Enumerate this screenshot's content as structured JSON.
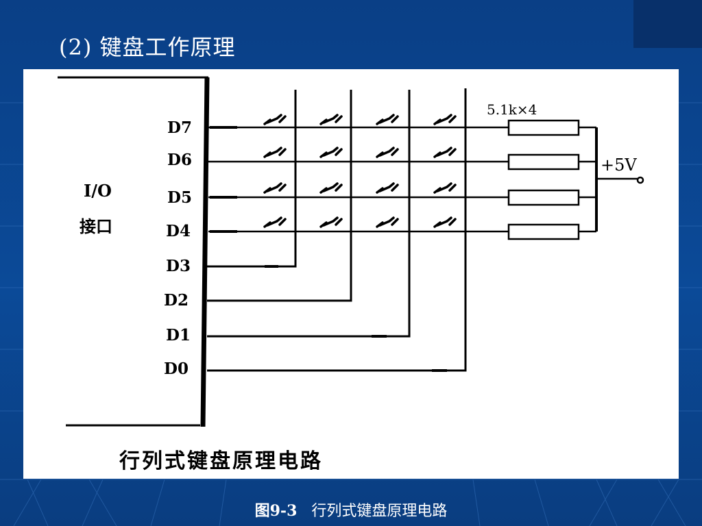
{
  "slide": {
    "title": "(2) 键盘工作原理",
    "caption_label": "图9-3",
    "caption_text": "行列式键盘原理电路"
  },
  "diagram": {
    "interface_label_line1": "I/O",
    "interface_label_line2": "接口",
    "pins": [
      "D7",
      "D6",
      "D5",
      "D4",
      "D3",
      "D2",
      "D1",
      "D0"
    ],
    "resistor_label": "5.1k×4",
    "supply_label": "+5V",
    "figure_title": "行列式键盘原理电路"
  },
  "colors": {
    "background": "#0b4a98",
    "figure_background": "#ffffff",
    "ink": "#000000",
    "text_light": "#ffffff"
  }
}
